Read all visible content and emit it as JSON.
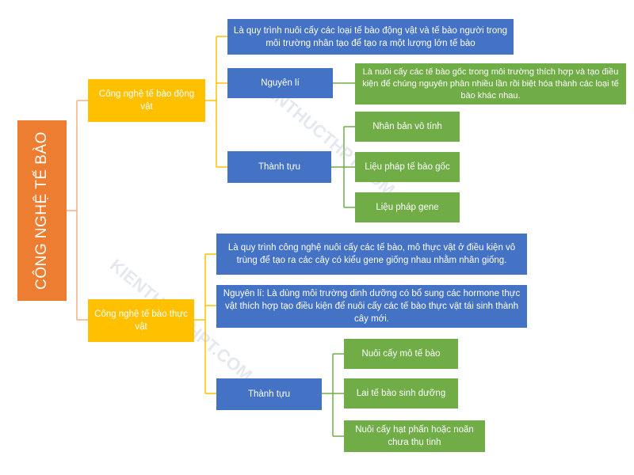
{
  "root": {
    "label": "CÔNG NGHỆ TẾ BÀO"
  },
  "animal": {
    "label": "Công nghệ tế bào động vật",
    "definition": "Là quy trình nuôi cấy các loại tế bào động vật và tế bào người trong môi trường nhân tạo để tạo ra một lượng lớn tế bào",
    "principle_label": "Nguyên lí",
    "principle_text": "Là nuôi cấy các tế bào gốc trong môi trường thích hợp và tạo điều kiện để chúng nguyên phân nhiều lần rồi biệt hóa thành các loại tế bào khác nhau.",
    "achievements_label": "Thành tựu",
    "achievements": [
      "Nhân bản vô tính",
      "Liệu pháp tế bào gốc",
      "Liệu pháp gene"
    ]
  },
  "plant": {
    "label": "Công nghệ tế bào thực vật",
    "definition": "Là quy trình công nghệ nuôi cấy các tế bào, mô thực vật ở điều kiện vô trùng để tạo ra các cây có kiểu gene giống nhau nhằm nhân giống.",
    "principle": "Nguyên lí: Là dùng môi trường dinh dưỡng có bổ sung các hormone thực vật thích hợp tạo điều kiện để nuôi cấy các tế bào thực vật tái sinh thành cây mới.",
    "achievements_label": "Thành tựu",
    "achievements": [
      "Nuôi cấy mô tế bào",
      "Lai tế bào sinh dưỡng",
      "Nuôi cấy hạt phấn hoặc noãn chưa thụ tinh"
    ]
  },
  "watermark": "KIENTHUCTHPT.COM",
  "colors": {
    "root": "#ed7d31",
    "category": "#ffc000",
    "blue": "#4472c4",
    "green": "#70ad47",
    "connector_orange": "#f4b183",
    "connector_yellow": "#ffc000",
    "connector_blue": "#4472c4",
    "connector_green": "#70ad47"
  }
}
